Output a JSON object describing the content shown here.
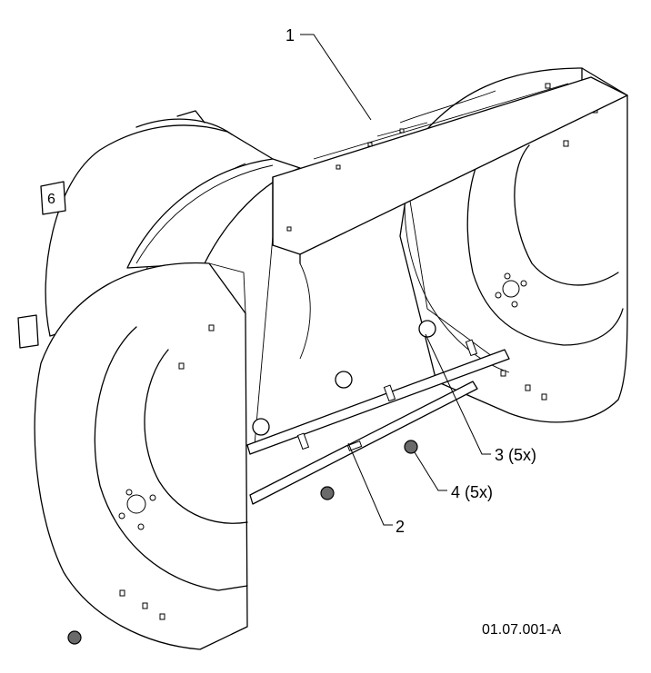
{
  "callouts": {
    "c1": "1",
    "c2": "2",
    "c3": "3 (5x)",
    "c4": "4 (5x)"
  },
  "drawing_ref": "01.07.001-A",
  "stamp_mark": "6"
}
